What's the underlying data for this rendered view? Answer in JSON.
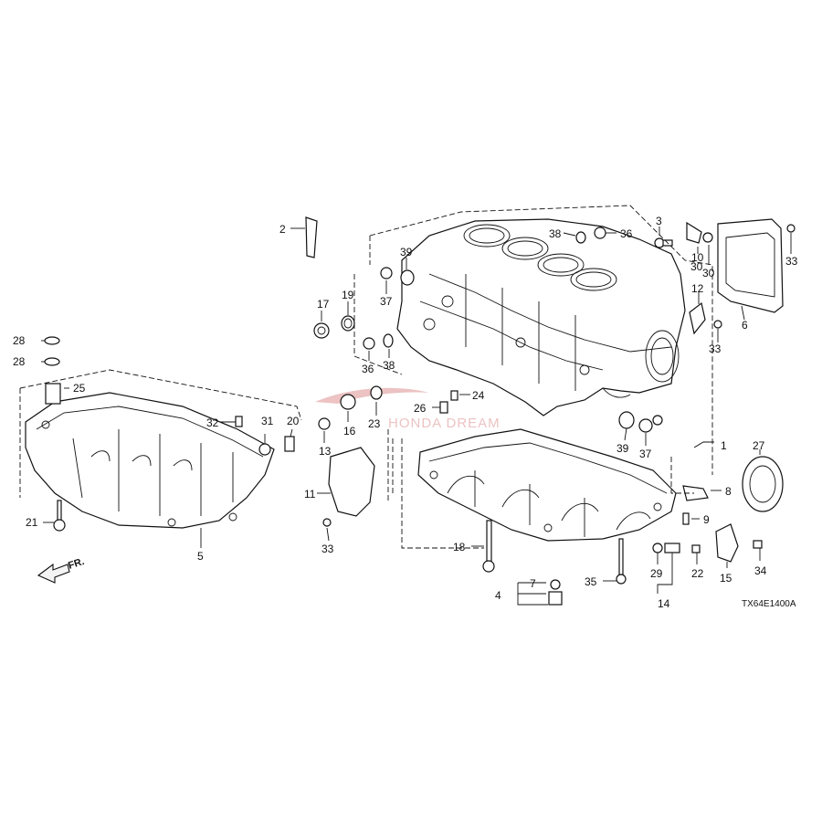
{
  "diagram_code": "TX64E1400A",
  "watermark": "HONDA DREAM",
  "direction_label": "FR.",
  "callouts": [
    {
      "id": "c1",
      "text": "1"
    },
    {
      "id": "c2",
      "text": "2"
    },
    {
      "id": "c3",
      "text": "3"
    },
    {
      "id": "c4",
      "text": "4"
    },
    {
      "id": "c5",
      "text": "5"
    },
    {
      "id": "c6",
      "text": "6"
    },
    {
      "id": "c7",
      "text": "7"
    },
    {
      "id": "c8",
      "text": "8"
    },
    {
      "id": "c9",
      "text": "9"
    },
    {
      "id": "c10",
      "text": "10"
    },
    {
      "id": "c11",
      "text": "11"
    },
    {
      "id": "c12",
      "text": "12"
    },
    {
      "id": "c13",
      "text": "13"
    },
    {
      "id": "c14",
      "text": "14"
    },
    {
      "id": "c15",
      "text": "15"
    },
    {
      "id": "c16",
      "text": "16"
    },
    {
      "id": "c17",
      "text": "17"
    },
    {
      "id": "c18",
      "text": "18"
    },
    {
      "id": "c19",
      "text": "19"
    },
    {
      "id": "c20",
      "text": "20"
    },
    {
      "id": "c21",
      "text": "21"
    },
    {
      "id": "c22",
      "text": "22"
    },
    {
      "id": "c23",
      "text": "23"
    },
    {
      "id": "c24",
      "text": "24"
    },
    {
      "id": "c25",
      "text": "25"
    },
    {
      "id": "c26",
      "text": "26"
    },
    {
      "id": "c27",
      "text": "27"
    },
    {
      "id": "c28a",
      "text": "28"
    },
    {
      "id": "c28b",
      "text": "28"
    },
    {
      "id": "c29",
      "text": "29"
    },
    {
      "id": "c30a",
      "text": "30"
    },
    {
      "id": "c30b",
      "text": "30"
    },
    {
      "id": "c31",
      "text": "31"
    },
    {
      "id": "c32",
      "text": "32"
    },
    {
      "id": "c33a",
      "text": "33"
    },
    {
      "id": "c33b",
      "text": "33"
    },
    {
      "id": "c33c",
      "text": "33"
    },
    {
      "id": "c34",
      "text": "34"
    },
    {
      "id": "c35",
      "text": "35"
    },
    {
      "id": "c36a",
      "text": "36"
    },
    {
      "id": "c36b",
      "text": "36"
    },
    {
      "id": "c37a",
      "text": "37"
    },
    {
      "id": "c37b",
      "text": "37"
    },
    {
      "id": "c38a",
      "text": "38"
    },
    {
      "id": "c38b",
      "text": "38"
    },
    {
      "id": "c39a",
      "text": "39"
    },
    {
      "id": "c39b",
      "text": "39"
    }
  ]
}
